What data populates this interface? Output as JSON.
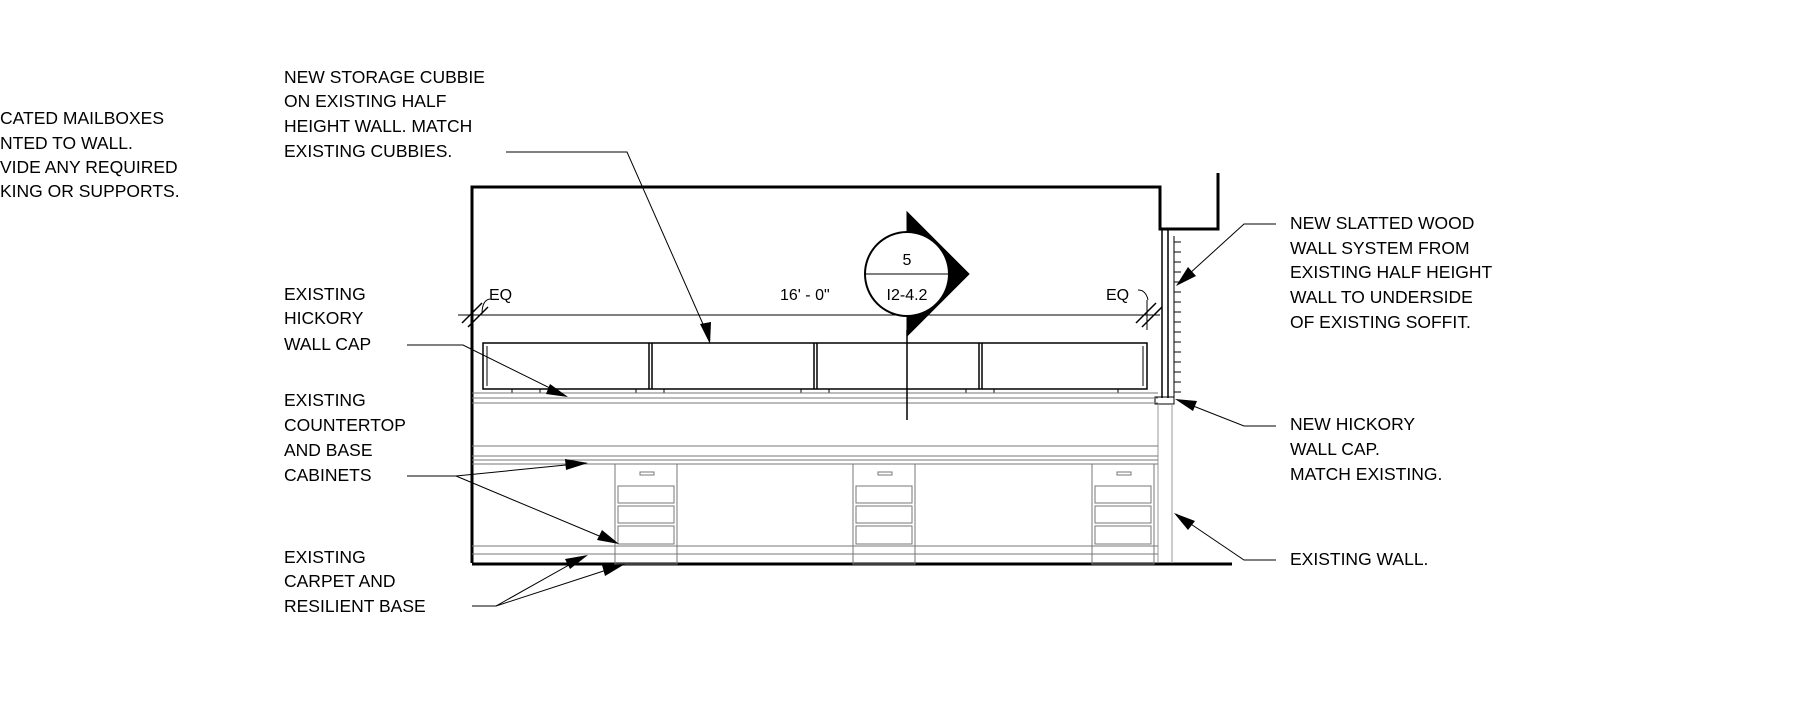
{
  "notes": {
    "mailboxes": [
      "CATED MAILBOXES",
      "NTED TO WALL.",
      "VIDE ANY REQUIRED",
      "KING OR SUPPORTS."
    ],
    "storage_cubbie": [
      "NEW STORAGE CUBBIE",
      "ON EXISTING HALF",
      "HEIGHT WALL. MATCH",
      "EXISTING CUBBIES."
    ],
    "wall_cap_existing": [
      "EXISTING",
      "HICKORY",
      "WALL CAP"
    ],
    "countertop": [
      "EXISTING",
      "COUNTERTOP",
      "AND BASE",
      "CABINETS"
    ],
    "carpet": [
      "EXISTING",
      "CARPET AND",
      "RESILIENT BASE"
    ],
    "slatted_wood": [
      "NEW SLATTED WOOD",
      "WALL SYSTEM FROM",
      "EXISTING HALF HEIGHT",
      "WALL TO UNDERSIDE",
      "OF EXISTING SOFFIT."
    ],
    "wall_cap_new": [
      "NEW HICKORY",
      "WALL CAP.",
      "MATCH EXISTING."
    ],
    "existing_wall": [
      "EXISTING WALL."
    ]
  },
  "dimension": {
    "overall": "16' - 0\"",
    "eq_left": "EQ",
    "eq_right": "EQ"
  },
  "section_marker": {
    "number": "5",
    "sheet": "I2-4.2"
  }
}
